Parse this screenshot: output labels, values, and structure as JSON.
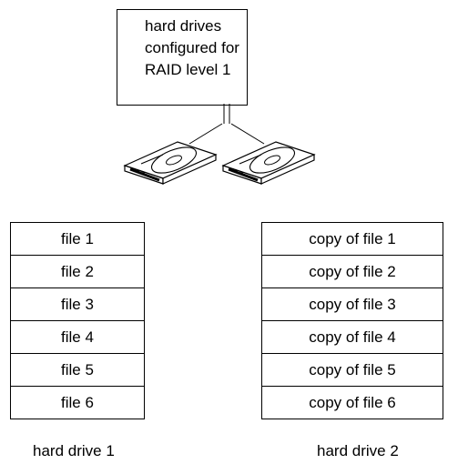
{
  "raid_box": {
    "lines": [
      "hard drives",
      "configured for",
      "RAID level 1"
    ]
  },
  "drive1": {
    "files": [
      "file 1",
      "file 2",
      "file 3",
      "file 4",
      "file 5",
      "file 6"
    ],
    "label": "hard drive 1"
  },
  "drive2": {
    "files": [
      "copy of file 1",
      "copy of file 2",
      "copy of file 3",
      "copy of file 4",
      "copy of file 5",
      "copy of file 6"
    ],
    "label": "hard drive 2"
  }
}
